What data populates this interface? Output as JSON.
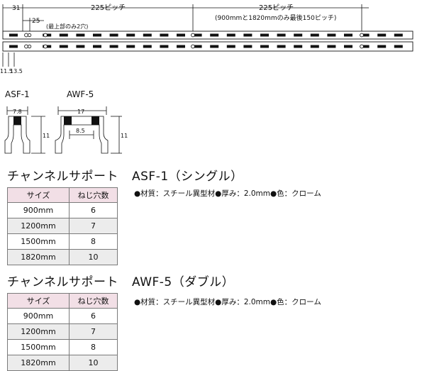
{
  "rail": {
    "dims": {
      "d31": "31",
      "d25": "25",
      "pitch1": "225ピッチ",
      "pitch2": "225ピッチ",
      "note_top": "(最上部のみ2穴)",
      "note_pitch": "(900mmと1820mmのみ最後150ピッチ)",
      "d11_5": "11.5",
      "d13_5": "13.5"
    }
  },
  "profiles": {
    "asf": {
      "label": "ASF-1",
      "width": "7.8",
      "height": "11"
    },
    "awf": {
      "label": "AWF-5",
      "width": "17",
      "inner": "8.5",
      "height": "11"
    }
  },
  "sections": [
    {
      "title": "チャンネルサポート",
      "model": "ASF-1（シングル）",
      "spec": "●材質：スチール異型材●厚み：2.0mm●色：クローム",
      "headers": [
        "サイズ",
        "ねじ穴数"
      ],
      "rows": [
        [
          "900mm",
          "6"
        ],
        [
          "1200mm",
          "7"
        ],
        [
          "1500mm",
          "8"
        ],
        [
          "1820mm",
          "10"
        ]
      ]
    },
    {
      "title": "チャンネルサポート",
      "model": "AWF-5（ダブル）",
      "spec": "●材質：スチール異型材●厚み：2.0mm●色：クローム",
      "headers": [
        "サイズ",
        "ねじ穴数"
      ],
      "rows": [
        [
          "900mm",
          "6"
        ],
        [
          "1200mm",
          "7"
        ],
        [
          "1500mm",
          "8"
        ],
        [
          "1820mm",
          "10"
        ]
      ]
    }
  ],
  "colors": {
    "header_bg": "#f2dfe6",
    "alt_row_bg": "#ececec",
    "line": "#111111"
  }
}
